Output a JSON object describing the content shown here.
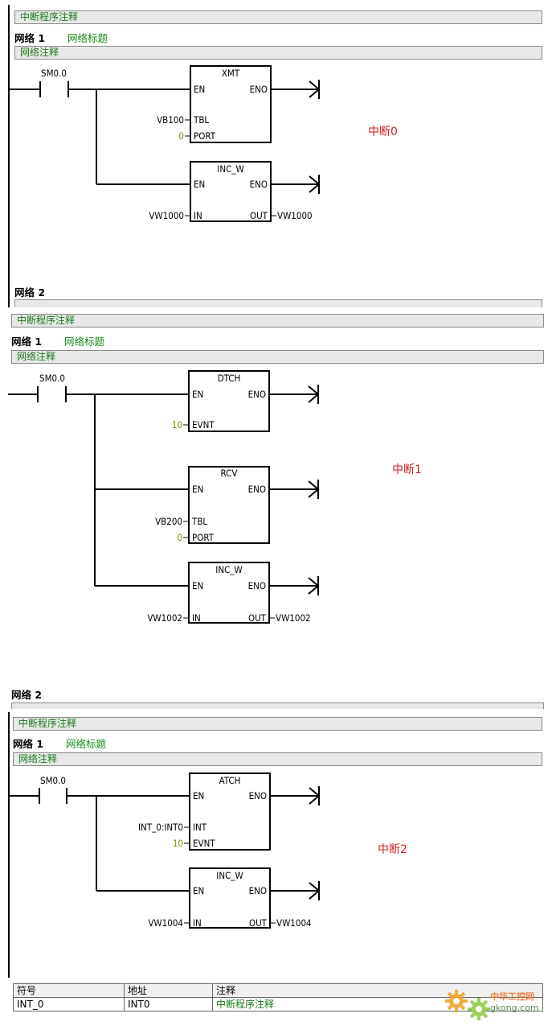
{
  "panel1": {
    "program_comment": "中断程序注释",
    "network_label": "网络 1",
    "network_title": "网络标题",
    "network_comment": "网络注释",
    "contact": "SM0.0",
    "box1": {
      "title": "XMT",
      "en": "EN",
      "eno": "ENO",
      "in1_label": "TBL",
      "in1_value": "VB100",
      "in2_label": "PORT",
      "in2_value": "0"
    },
    "box2": {
      "title": "INC_W",
      "en": "EN",
      "eno": "ENO",
      "in_label": "IN",
      "in_value": "VW1000",
      "out_label": "OUT",
      "out_value": "VW1000"
    },
    "note": "中断0",
    "next_network_label": "网络 2"
  },
  "panel2": {
    "program_comment": "中断程序注释",
    "network_label": "网络 1",
    "network_title": "网络标题",
    "network_comment": "网络注释",
    "contact": "SM0.0",
    "box1": {
      "title": "DTCH",
      "en": "EN",
      "eno": "ENO",
      "in1_label": "EVNT",
      "in1_value": "10"
    },
    "box2": {
      "title": "RCV",
      "en": "EN",
      "eno": "ENO",
      "in1_label": "TBL",
      "in1_value": "VB200",
      "in2_label": "PORT",
      "in2_value": "0"
    },
    "box3": {
      "title": "INC_W",
      "en": "EN",
      "eno": "ENO",
      "in_label": "IN",
      "in_value": "VW1002",
      "out_label": "OUT",
      "out_value": "VW1002"
    },
    "note": "中断1",
    "next_network_label": "网络 2"
  },
  "panel3": {
    "program_comment": "中断程序注释",
    "network_label": "网络 1",
    "network_title": "网络标题",
    "network_comment": "网络注释",
    "contact": "SM0.0",
    "box1": {
      "title": "ATCH",
      "en": "EN",
      "eno": "ENO",
      "in1_label": "INT",
      "in1_value": "INT_0:INT0",
      "in2_label": "EVNT",
      "in2_value": "10"
    },
    "box2": {
      "title": "INC_W",
      "en": "EN",
      "eno": "ENO",
      "in_label": "IN",
      "in_value": "VW1004",
      "out_label": "OUT",
      "out_value": "VW1004"
    },
    "note": "中断2"
  },
  "symbol_table": {
    "headers": [
      "符号",
      "地址",
      "注释"
    ],
    "rows": [
      [
        "INT_0",
        "INT0",
        "中断程序注释"
      ]
    ]
  },
  "watermark": {
    "cn": "中华工控网",
    "url": "gkong.com"
  },
  "colors": {
    "comment_green": "#1a7a1a",
    "note_red": "#d42020",
    "bar_gray": "#e8e8e8",
    "constant_olive": "#8a8a00"
  }
}
